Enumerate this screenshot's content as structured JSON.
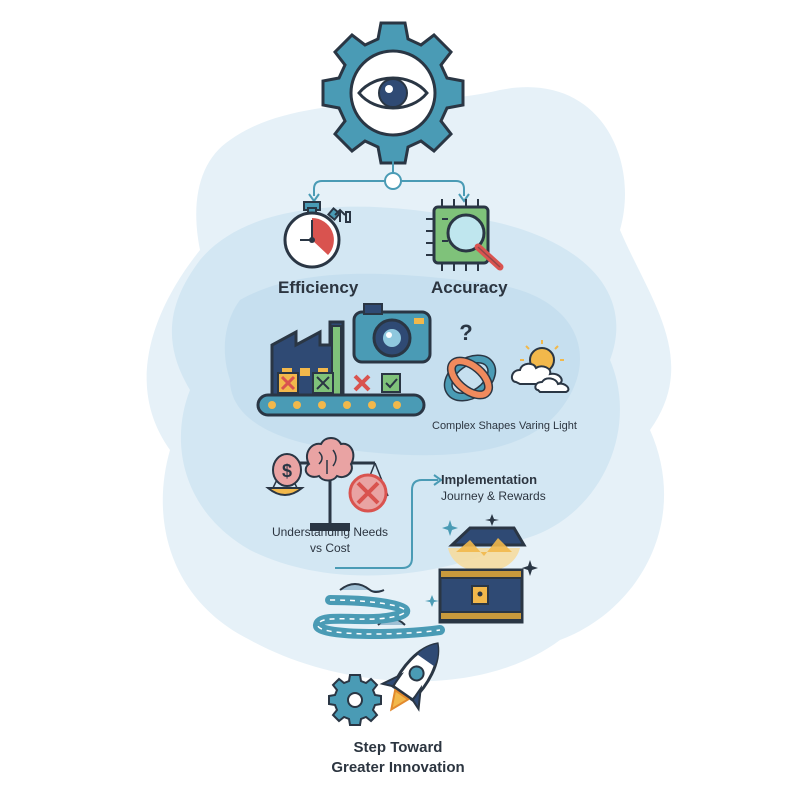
{
  "labels": {
    "efficiency": "Efficiency",
    "accuracy": "Accuracy",
    "complex_shapes": "Complex Shapes",
    "varing_light": "Varing Light",
    "understanding_line1": "Understanding Needs",
    "understanding_line2": "vs Cost",
    "implementation_title": "Implementation",
    "implementation_sub": "Journey & Rewards",
    "step_line1": "Step Toward",
    "step_line2": "Greater Innovation",
    "question_mark": "?",
    "dollar": "$"
  },
  "colors": {
    "background": "#ffffff",
    "blob_outer": "#e3f0f8",
    "blob_mid": "#cfe4f2",
    "blob_inner": "#bcd9ec",
    "teal": "#4a9bb5",
    "navy": "#2f4a74",
    "outline": "#2a3644",
    "green": "#7fc27a",
    "red": "#d9534f",
    "yellow": "#f2b84b",
    "pink": "#e9a3a3",
    "text": "#2c3540"
  },
  "icons": [
    "eye-gear-icon",
    "stopwatch-icon",
    "chip-magnifier-icon",
    "factory-icon",
    "camera-icon",
    "conveyor-icon",
    "knot-shape-icon",
    "sun-cloud-icon",
    "balance-scale-icon",
    "brain-icon",
    "treasure-chest-icon",
    "winding-road-icon",
    "rocket-icon",
    "small-gear-icon"
  ]
}
